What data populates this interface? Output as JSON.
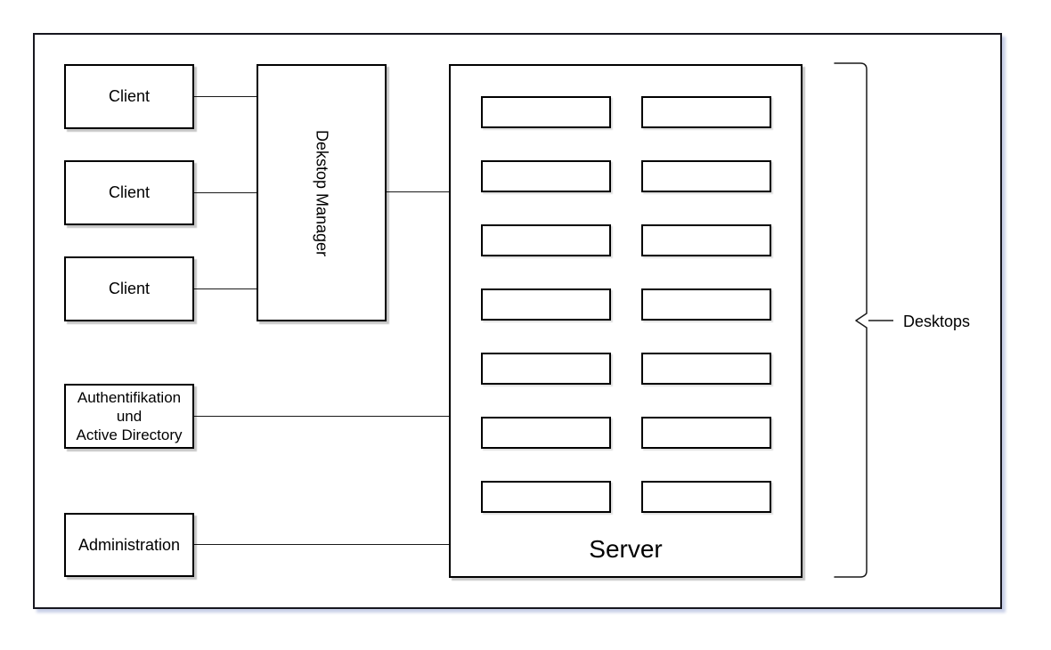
{
  "diagram": {
    "clients": [
      {
        "label": "Client"
      },
      {
        "label": "Client"
      },
      {
        "label": "Client"
      }
    ],
    "desktop_manager": {
      "label": "Dekstop Manager"
    },
    "auth": {
      "label": "Authentifikation\nund\nActive Directory"
    },
    "administration": {
      "label": "Administration"
    },
    "server": {
      "label": "Server",
      "desktop_slots": 14
    },
    "brace": {
      "label": "Desktops"
    },
    "colors": {
      "box_border": "#000000",
      "box_shadow": "#cccccc",
      "frame_border": "#17171f",
      "frame_shadow": "#c9d0e8",
      "background": "#ffffff"
    }
  }
}
